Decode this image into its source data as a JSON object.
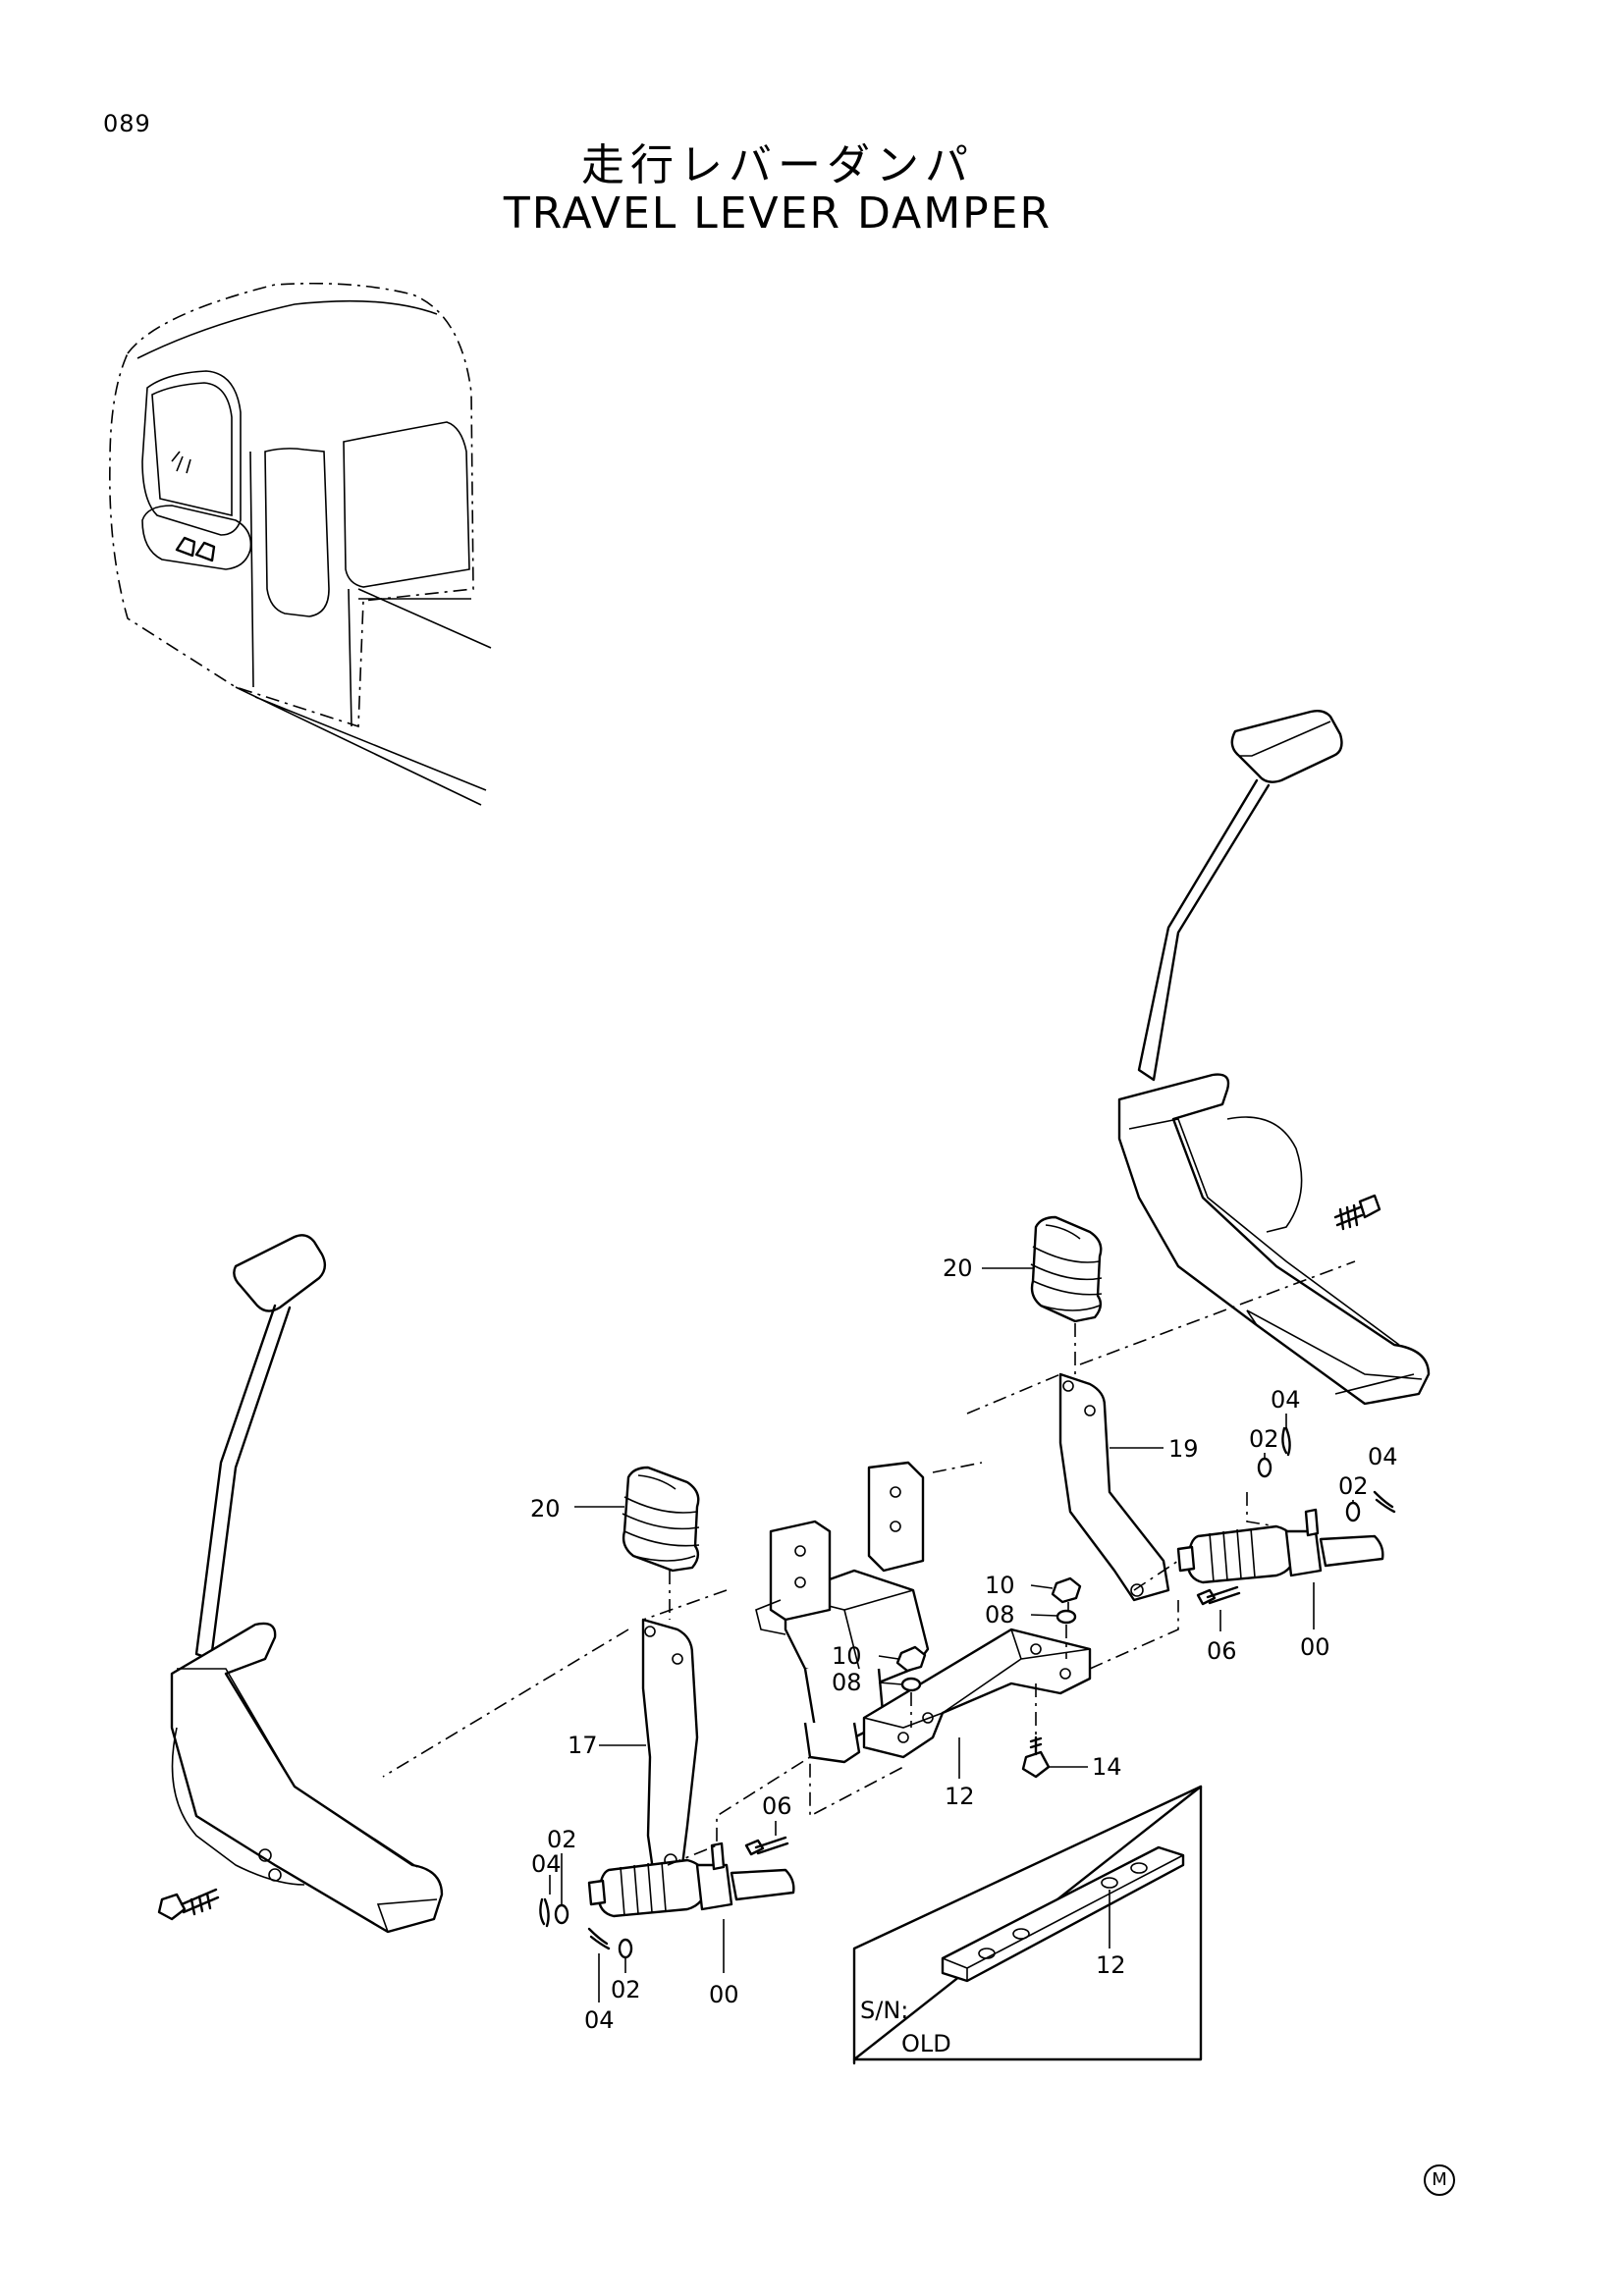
{
  "header": {
    "page_number": "089",
    "title_jp": "走行レバーダンパ",
    "title_en": "TRAVEL LEVER DAMPER"
  },
  "callouts": {
    "c20_top": "20",
    "c20_left": "20",
    "c19": "19",
    "c17": "17",
    "c12_main": "12",
    "c12_inset": "12",
    "c14": "14",
    "c10_a": "10",
    "c08_a": "08",
    "c10_b": "10",
    "c08_b": "08",
    "c06_right": "06",
    "c00_right": "00",
    "c02_right_a": "02",
    "c04_right_a": "04",
    "c02_right_b": "02",
    "c04_right_b": "04",
    "c06_left": "06",
    "c00_left": "00",
    "c02_left_a": "02",
    "c04_left_a": "04",
    "c02_left_b": "02",
    "c04_left_b": "04"
  },
  "inset": {
    "sn_label": "S/N:",
    "sn_value": "OLD"
  },
  "footer": {
    "mark": "M"
  }
}
